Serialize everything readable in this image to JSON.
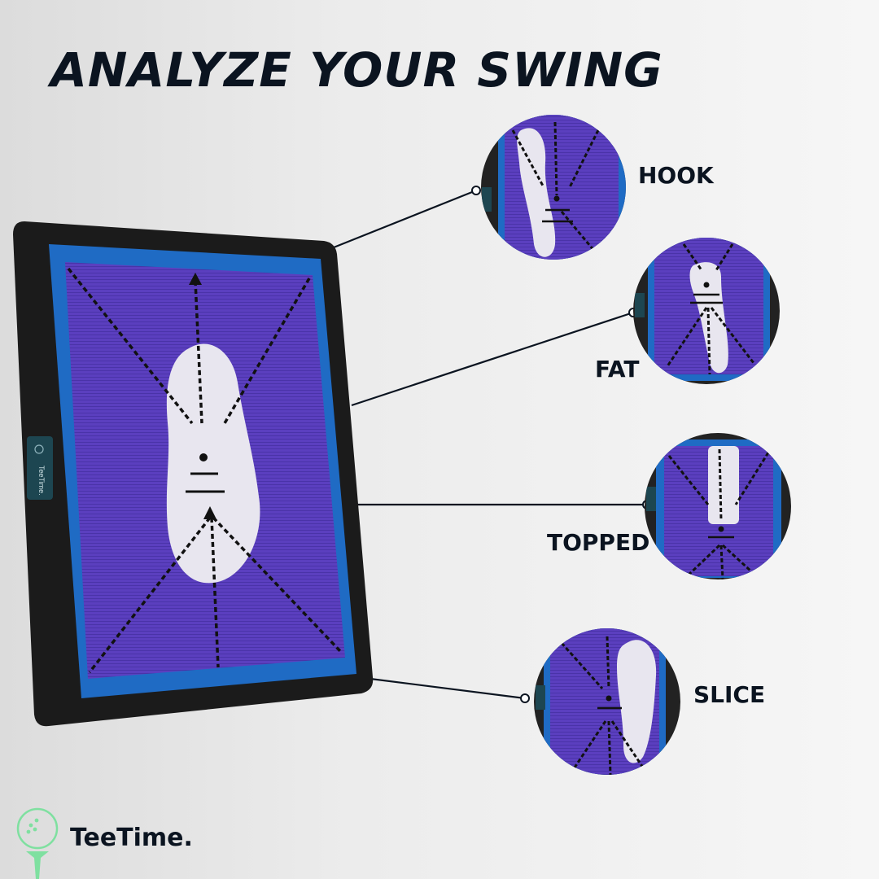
{
  "headline": "ANALYZE YOUR SWING",
  "mat": {
    "side_tab_text": "TeeTime."
  },
  "callouts": [
    {
      "id": "hook",
      "label": "HOOK"
    },
    {
      "id": "fat",
      "label": "FAT"
    },
    {
      "id": "topped",
      "label": "TOPPED"
    },
    {
      "id": "slice",
      "label": "SLICE"
    }
  ],
  "brand": {
    "name": "TeeTime."
  },
  "colors": {
    "mat_purple": "#5b3fbf",
    "mat_blue_border": "#1f6bc4",
    "mat_frame": "#1b1b1b",
    "mark_white": "#e8e6ef",
    "text_dark": "#0b1420",
    "logo_green": "#7fe0a0"
  },
  "icons": {
    "logo": "golf-ball-on-tee-icon"
  }
}
